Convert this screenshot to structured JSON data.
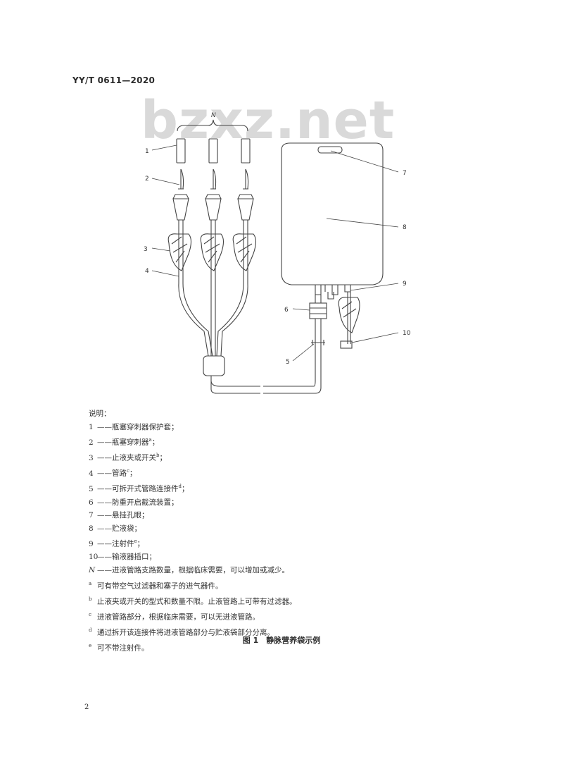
{
  "header": {
    "standard_code": "YY/T 0611—2020"
  },
  "watermark": "bzxz.net",
  "figure": {
    "brace_label": "N",
    "callouts": [
      "1",
      "2",
      "3",
      "4",
      "5",
      "6",
      "7",
      "8",
      "9",
      "10"
    ]
  },
  "legend": {
    "title": "说明：",
    "items": [
      {
        "num": "1",
        "dash": "——",
        "text": "瓶塞穿刺器保护套；"
      },
      {
        "num": "2",
        "dash": "——",
        "text": "瓶塞穿刺器",
        "sup": "a",
        "end": "；"
      },
      {
        "num": "3",
        "dash": "——",
        "text": "止液夹或开关",
        "sup": "b",
        "end": "；"
      },
      {
        "num": "4",
        "dash": "——",
        "text": "管路",
        "sup": "c",
        "end": "；"
      },
      {
        "num": "5",
        "dash": "——",
        "text": "可拆开式管路连接件",
        "sup": "d",
        "end": "；"
      },
      {
        "num": "6",
        "dash": "——",
        "text": "防重开启截流装置；"
      },
      {
        "num": "7",
        "dash": "——",
        "text": "悬挂孔眼；"
      },
      {
        "num": "8",
        "dash": "——",
        "text": "贮液袋；"
      },
      {
        "num": "9",
        "dash": "——",
        "text": "注射件",
        "sup": "e",
        "end": "；"
      },
      {
        "num": "10",
        "dash": "——",
        "text": "输液器插口；"
      },
      {
        "num": "N",
        "dash": "——",
        "text": "进液管路支路数量，根据临床需要，可以增加或减少。"
      }
    ],
    "notes": [
      {
        "mark": "a",
        "text": "可有带空气过滤器和塞子的进气器件。"
      },
      {
        "mark": "b",
        "text": "止液夹或开关的型式和数量不限。止液管路上可带有过滤器。"
      },
      {
        "mark": "c",
        "text": "进液管路部分，根据临床需要，可以无进液管路。"
      },
      {
        "mark": "d",
        "text": "通过拆开该连接件将进液管路部分与贮液袋部分分离。"
      },
      {
        "mark": "e",
        "text": "可不带注射件。"
      }
    ]
  },
  "caption": "图 1　静脉营养袋示例",
  "page_number": "2"
}
